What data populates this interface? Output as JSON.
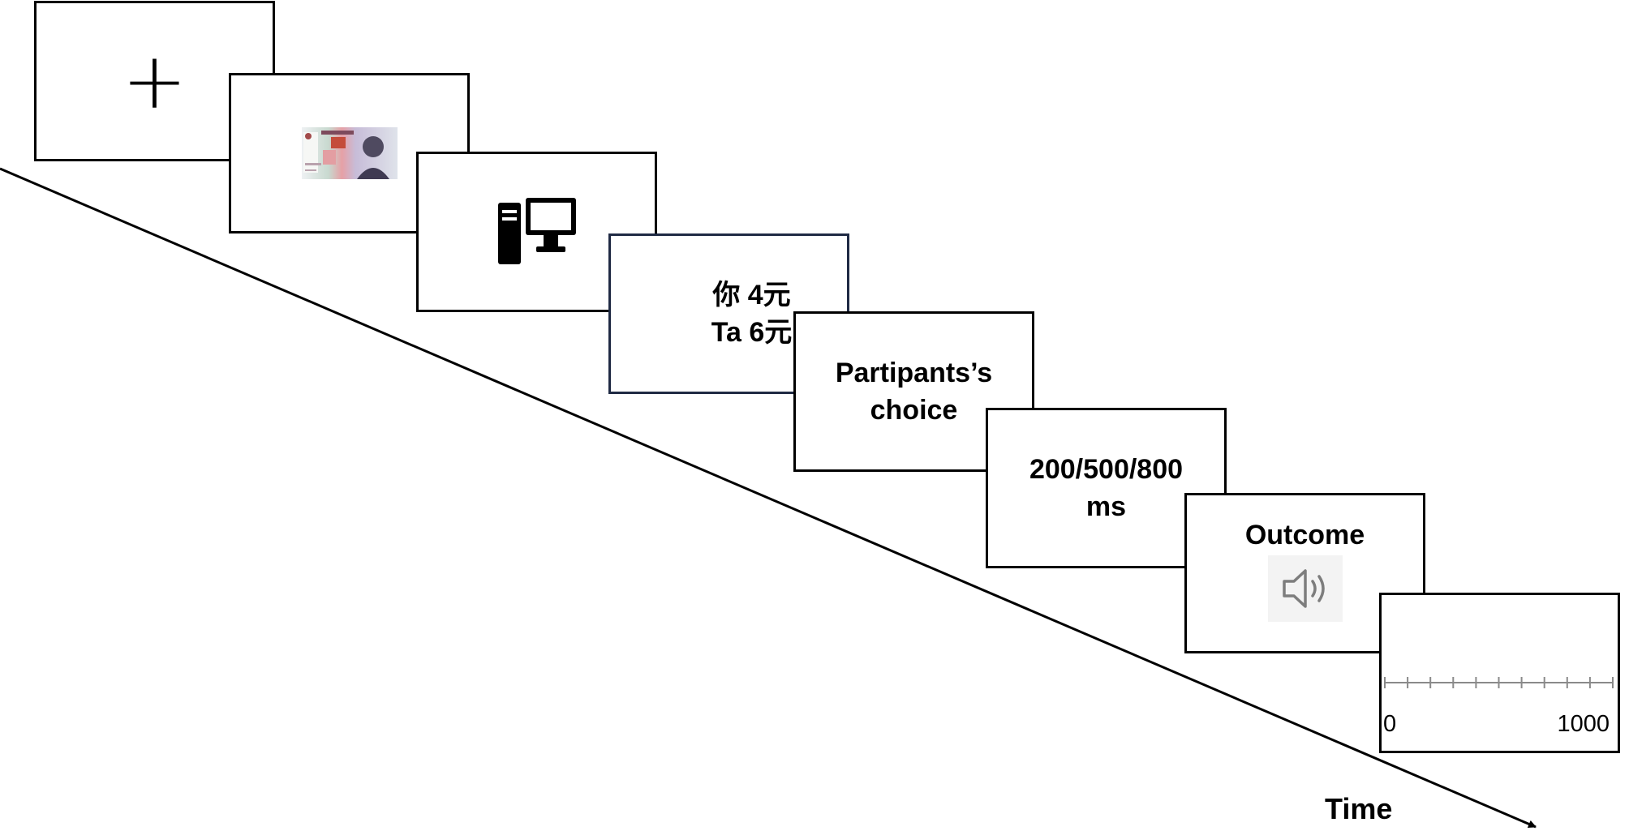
{
  "screens": {
    "fixation": {
      "symbol": "+"
    },
    "cue": {
      "icon": "banknote-10-yuan-icon"
    },
    "partner": {
      "icon": "desktop-computer-icon"
    },
    "offer": {
      "line1": "你 4元",
      "line2": "Ta 6元"
    },
    "choice": {
      "line1": "Partipants’s",
      "line2": "choice"
    },
    "delay": {
      "line1": "200/500/800",
      "line2": "ms"
    },
    "outcome": {
      "title": "Outcome",
      "icon": "speaker-sound-icon"
    },
    "rating": {
      "min_label": "0",
      "max_label": "1000",
      "min": 0,
      "max": 1000,
      "tick_count": 11
    }
  },
  "timeline": {
    "label": "Time"
  },
  "colors": {
    "border": "#000000",
    "navy_border": "#1f2a44",
    "scale": "#8a8a8a",
    "speaker": "#7d7d7d"
  }
}
